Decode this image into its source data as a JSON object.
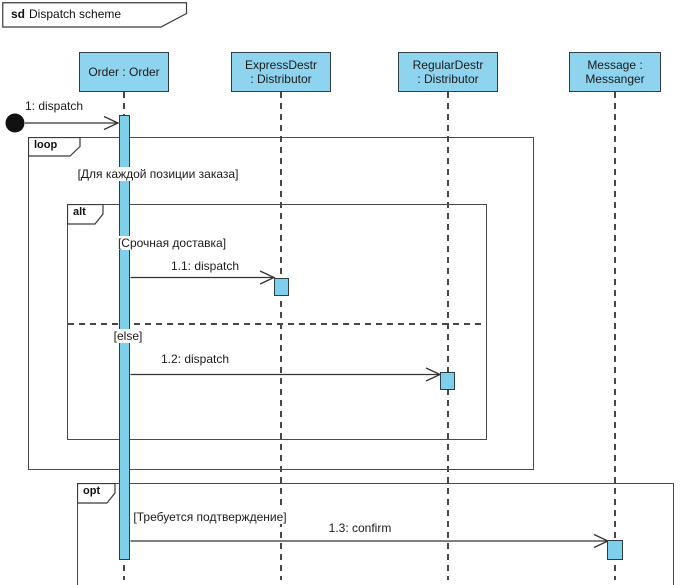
{
  "colors": {
    "shape_fill": "#8ED4EF",
    "activation_fill": "#7ECFEC",
    "shape_border": "#2F3E46",
    "frame_border": "#4A4A4A"
  },
  "title": {
    "keyword": "sd",
    "text": "Dispatch scheme"
  },
  "lifelines": [
    {
      "id": "order",
      "line1": "Order : Order"
    },
    {
      "id": "express-destr",
      "line1": "ExpressDestr",
      "line2": ": Distributor"
    },
    {
      "id": "regular-destr",
      "line1": "RegularDestr",
      "line2": ": Distributor"
    },
    {
      "id": "message",
      "line1": "Message :",
      "line2": "Messanger"
    }
  ],
  "fragments": {
    "loop": {
      "operator": "loop",
      "guard": "[Для каждой позиции заказа]"
    },
    "alt": {
      "operator": "alt",
      "guard_if": "[Срочная доставка]",
      "guard_else": "[else]"
    },
    "opt": {
      "operator": "opt",
      "guard": "[Требуется подтверждение]"
    }
  },
  "messages": [
    {
      "label": "1: dispatch"
    },
    {
      "label": "1.1: dispatch"
    },
    {
      "label": "1.2: dispatch"
    },
    {
      "label": "1.3: confirm"
    }
  ]
}
